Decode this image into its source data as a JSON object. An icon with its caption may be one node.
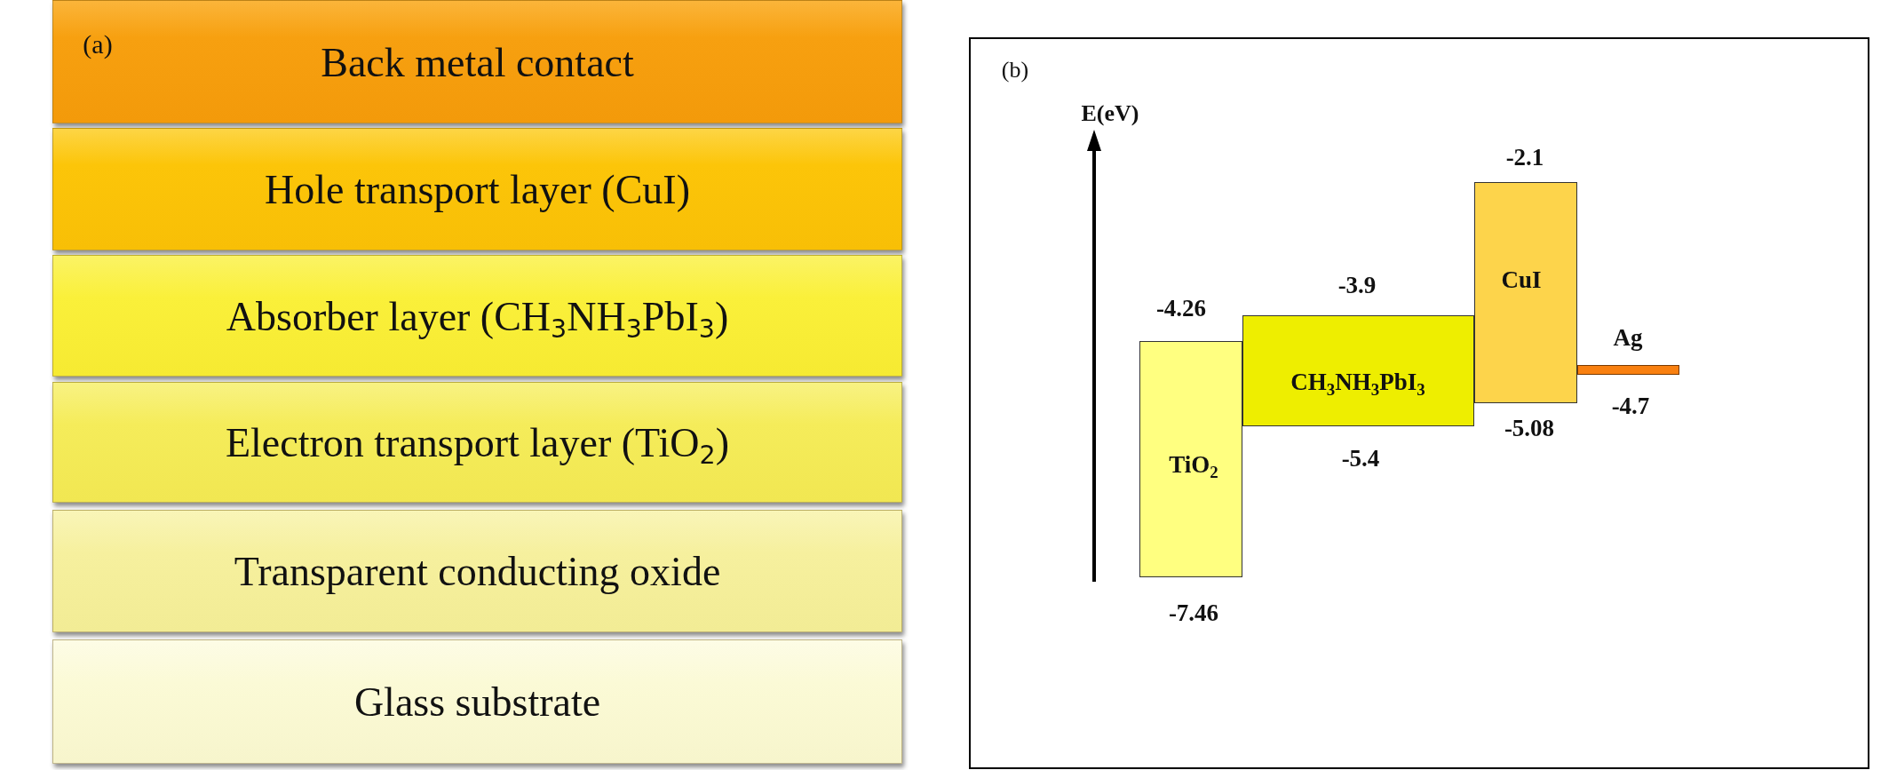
{
  "diagram": {
    "nodes": [
      {
        "text": [
          "Back metal contact"
        ]
      },
      {
        "text": [
          "Hole transport layer (CuI)"
        ]
      },
      {
        "text": [
          "Absorber layer (CH$_{3}$NH$_{3}$PbI$_{3}$)"
        ]
      },
      {
        "text": [
          "Electron transport layer (TiO$_{2}$)"
        ]
      },
      {
        "text": [
          "Transparent conducting oxide"
        ]
      },
      {
        "text": [
          "Glass substrate"
        ]
      },
      {
        "text": [
          "TiO$_{2}$"
        ],
        "beside": [
          "-4.26",
          "-7.46"
        ]
      },
      {
        "text": [
          "CH$_{3}$NH$_{3}$PbI$_{3}$"
        ],
        "beside": [
          "-3.9",
          "-5.4"
        ]
      },
      {
        "text": [
          "CuI"
        ],
        "beside": [
          "-2.1",
          "-5.08"
        ]
      },
      {
        "text": [
          "Ag"
        ],
        "beside": [
          "-4.7"
        ]
      }
    ],
    "labels": [
      "(a)",
      "(b)",
      "E(eV)"
    ]
  }
}
